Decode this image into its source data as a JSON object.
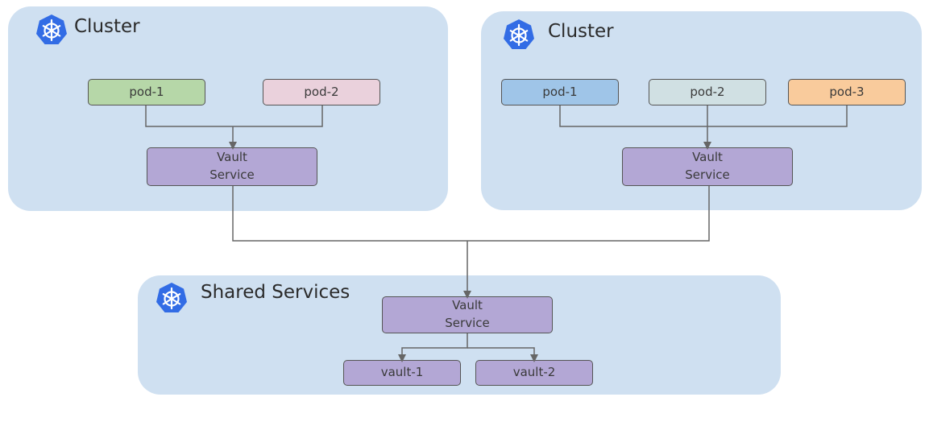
{
  "colors": {
    "region_bg": "#cfe0f1",
    "service_box": "#b3a7d5",
    "pod1_left": "#b6d7a8",
    "pod2_left": "#ead1dc",
    "pod1_right": "#9fc5e8",
    "pod2_right": "#d0e0e3",
    "pod3_right": "#f9cb9c",
    "vault_box": "#b3a7d5",
    "connector": "#666666",
    "kubernetes_icon": "#326ce5"
  },
  "left_cluster": {
    "icon": "kubernetes-icon",
    "title": "Cluster",
    "pods": [
      "pod-1",
      "pod-2"
    ],
    "service": {
      "line1": "Vault",
      "line2": "Service"
    }
  },
  "right_cluster": {
    "icon": "kubernetes-icon",
    "title": "Cluster",
    "pods": [
      "pod-1",
      "pod-2",
      "pod-3"
    ],
    "service": {
      "line1": "Vault",
      "line2": "Service"
    }
  },
  "shared_services": {
    "icon": "kubernetes-icon",
    "title": "Shared Services",
    "service": {
      "line1": "Vault",
      "line2": "Service"
    },
    "vaults": [
      "vault-1",
      "vault-2"
    ]
  }
}
